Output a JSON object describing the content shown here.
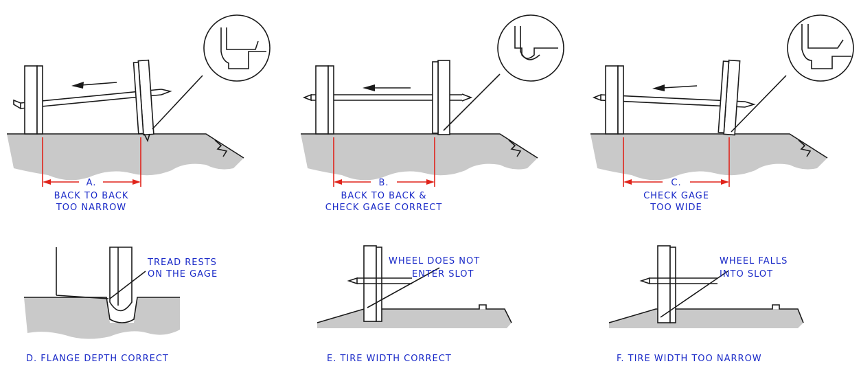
{
  "colors": {
    "label": "#1a2ac8",
    "dimension": "#e0241b",
    "ground": "#c9c9c9",
    "outline": "#1a1a1a"
  },
  "panels": {
    "a": {
      "letter": "A.",
      "line1": "BACK TO BACK",
      "line2": "TOO NARROW"
    },
    "b": {
      "letter": "B.",
      "line1": "BACK TO BACK &",
      "line2": "CHECK GAGE CORRECT"
    },
    "c": {
      "letter": "C.",
      "line1": "CHECK GAGE",
      "line2": "TOO WIDE"
    },
    "d": {
      "caption": "D. FLANGE DEPTH CORRECT",
      "note1": "TREAD RESTS",
      "note2": "ON THE GAGE"
    },
    "e": {
      "caption": "E. TIRE WIDTH CORRECT",
      "note1": "WHEEL DOES NOT",
      "note2": "ENTER SLOT"
    },
    "f": {
      "caption": "F. TIRE WIDTH TOO NARROW",
      "note1": "WHEEL FALLS",
      "note2": "INTO SLOT"
    }
  }
}
